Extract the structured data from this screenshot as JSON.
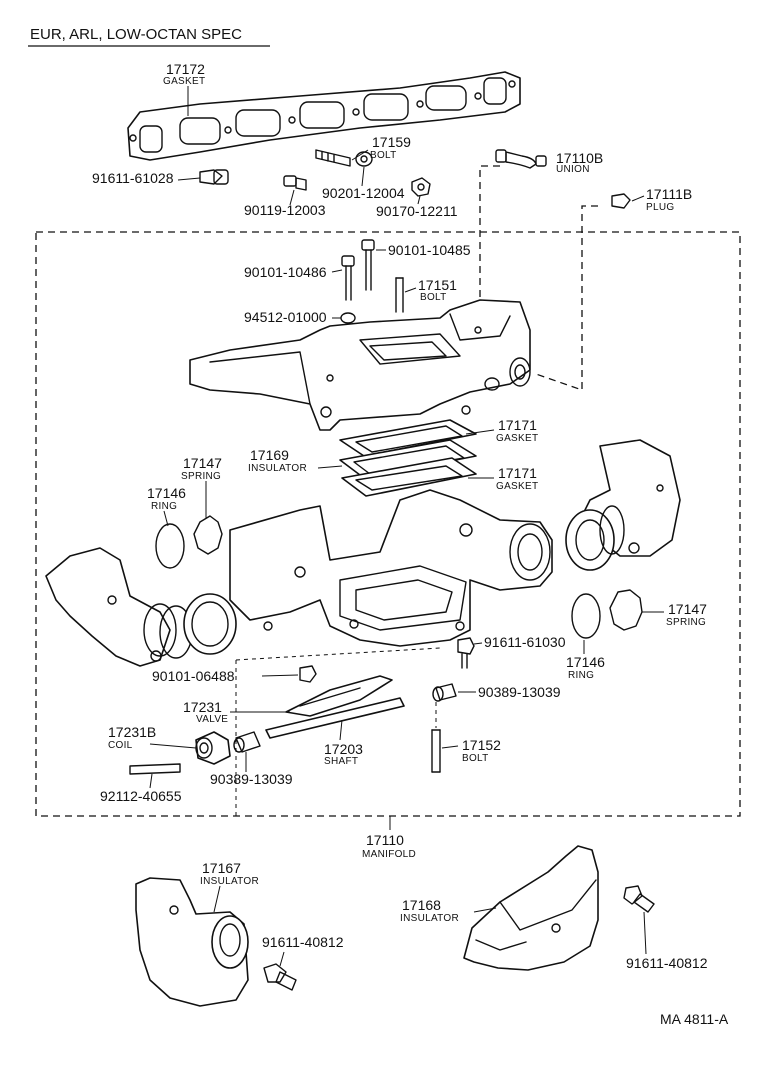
{
  "header": {
    "title": "EUR, ARL, LOW-OCTAN  SPEC"
  },
  "parts": {
    "p17172": {
      "number": "17172",
      "name": "GASKET"
    },
    "p17159": {
      "number": "17159",
      "name": "BOLT"
    },
    "p91611_61028": {
      "number": "91611-61028"
    },
    "p90119_12003": {
      "number": "90119-12003"
    },
    "p90201_12004": {
      "number": "90201-12004"
    },
    "p90170_12211": {
      "number": "90170-12211"
    },
    "p17110B": {
      "number": "17110B",
      "name": "UNION"
    },
    "p17111B": {
      "number": "17111B",
      "name": "PLUG"
    },
    "p90101_10485": {
      "number": "90101-10485"
    },
    "p90101_10486": {
      "number": "90101-10486"
    },
    "p17151": {
      "number": "17151",
      "name": "BOLT"
    },
    "p94512_01000": {
      "number": "94512-01000"
    },
    "p17171a": {
      "number": "17171",
      "name": "GASKET"
    },
    "p17169": {
      "number": "17169",
      "name": "INSULATOR"
    },
    "p17171b": {
      "number": "17171",
      "name": "GASKET"
    },
    "p17147a": {
      "number": "17147",
      "name": "SPRING"
    },
    "p17146a": {
      "number": "17146",
      "name": "RING"
    },
    "p17147b": {
      "number": "17147",
      "name": "SPRING"
    },
    "p17146b": {
      "number": "17146",
      "name": "RING"
    },
    "p91611_61030": {
      "number": "91611-61030"
    },
    "p90101_06488": {
      "number": "90101-06488"
    },
    "p90389_13039a": {
      "number": "90389-13039"
    },
    "p17231": {
      "number": "17231",
      "name": "VALVE"
    },
    "p17231B": {
      "number": "17231B",
      "name": "COIL"
    },
    "p17203": {
      "number": "17203",
      "name": "SHAFT"
    },
    "p17152": {
      "number": "17152",
      "name": "BOLT"
    },
    "p90389_13039b": {
      "number": "90389-13039"
    },
    "p92112_40655": {
      "number": "92112-40655"
    },
    "p17110": {
      "number": "17110",
      "name": "MANIFOLD"
    },
    "p17167": {
      "number": "17167",
      "name": "INSULATOR"
    },
    "p17168": {
      "number": "17168",
      "name": "INSULATOR"
    },
    "p91611_40812a": {
      "number": "91611-40812"
    },
    "p91611_40812b": {
      "number": "91611-40812"
    }
  },
  "footer": {
    "ref": "MA  4811-A"
  }
}
